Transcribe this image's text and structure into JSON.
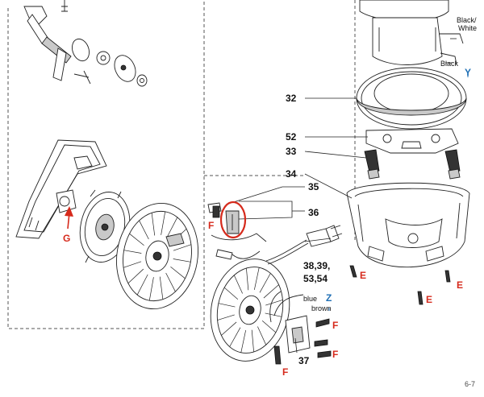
{
  "callouts": {
    "c32": "32",
    "c52": "52",
    "c33": "33",
    "c34": "34",
    "c35": "35",
    "c36": "36",
    "c37": "37",
    "c38": "38,39,",
    "c53": "53,54"
  },
  "letters": {
    "G": "G",
    "F": "F",
    "E": "E",
    "Y": "Y",
    "Z": "Z"
  },
  "wires": {
    "black_white_1": "Black/",
    "black_white_2": "White",
    "black": "Black",
    "blue": "blue",
    "brown": "brown"
  },
  "page_number": "6-7",
  "colors": {
    "letter_red": "#d62a1c",
    "letter_blue": "#1f6fb5",
    "highlight_circle": "#d62a1c",
    "line_art": "#222222"
  }
}
